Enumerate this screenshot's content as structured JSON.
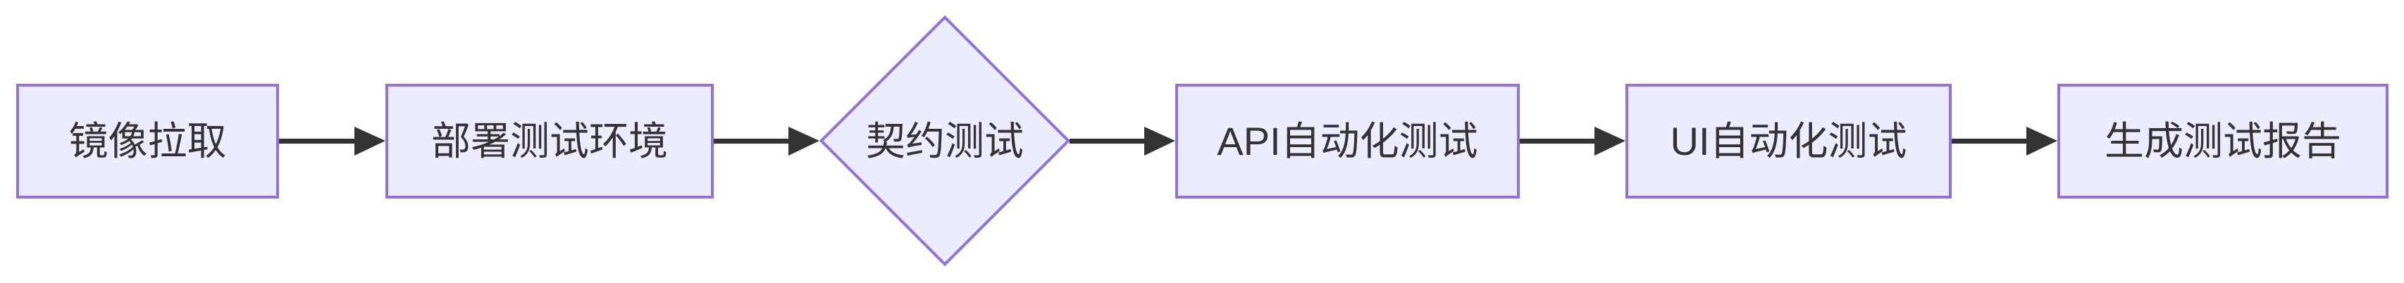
{
  "diagram": {
    "type": "flowchart",
    "direction": "left-to-right",
    "nodes": [
      {
        "id": "image-pull",
        "label": "镜像拉取",
        "shape": "rectangle"
      },
      {
        "id": "deploy-test-env",
        "label": "部署测试环境",
        "shape": "rectangle"
      },
      {
        "id": "contract-test",
        "label": "契约测试",
        "shape": "diamond"
      },
      {
        "id": "api-automation-test",
        "label": "API自动化测试",
        "shape": "rectangle"
      },
      {
        "id": "ui-automation-test",
        "label": "UI自动化测试",
        "shape": "rectangle"
      },
      {
        "id": "generate-test-report",
        "label": "生成测试报告",
        "shape": "rectangle"
      }
    ],
    "edges": [
      {
        "from": "image-pull",
        "to": "deploy-test-env",
        "label": ""
      },
      {
        "from": "deploy-test-env",
        "to": "contract-test",
        "label": ""
      },
      {
        "from": "contract-test",
        "to": "api-automation-test",
        "label": ""
      },
      {
        "from": "api-automation-test",
        "to": "ui-automation-test",
        "label": ""
      },
      {
        "from": "ui-automation-test",
        "to": "generate-test-report",
        "label": ""
      }
    ],
    "colors": {
      "node_fill": "#ECECFF",
      "node_border": "#9370DB",
      "arrow": "#333333",
      "text": "#333333",
      "background": "#FFFFFF"
    }
  }
}
